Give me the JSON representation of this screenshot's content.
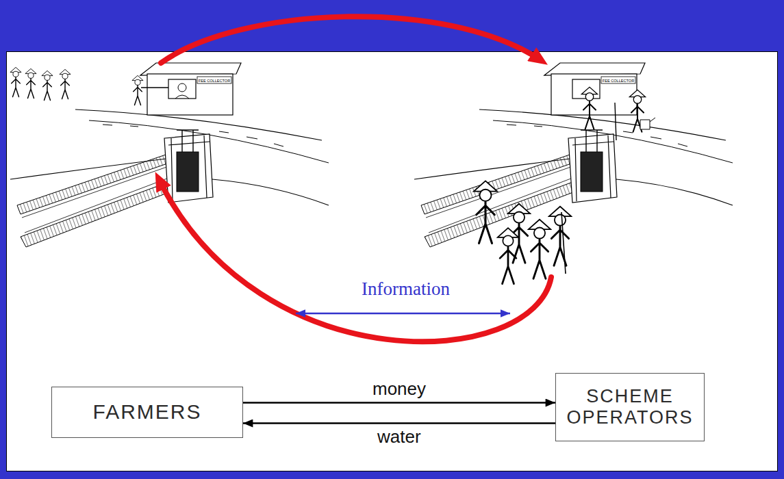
{
  "diagram": {
    "nodes": [
      {
        "text": [
          "FARMERS"
        ]
      },
      {
        "text": [
          "SCHEME OPERATORS"
        ]
      }
    ],
    "edges": [
      {
        "from": 0,
        "to": 1,
        "arrow": "to",
        "label": "money"
      },
      {
        "from": 1,
        "to": 0,
        "arrow": "to",
        "label": "water"
      }
    ],
    "labels": [
      "Information",
      "FEE COLLECTOR",
      "FEE COLLECTOR"
    ]
  }
}
